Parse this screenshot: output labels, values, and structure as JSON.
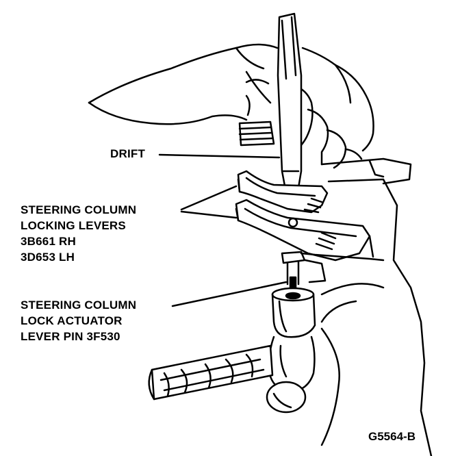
{
  "labels": {
    "drift": "DRIFT",
    "levers": [
      "STEERING COLUMN",
      "LOCKING LEVERS",
      "3B661 RH",
      "3D653 LH"
    ],
    "actuator": [
      "STEERING COLUMN",
      "LOCK ACTUATOR",
      "LEVER PIN 3F530"
    ]
  },
  "figure_id": "G5564-B",
  "colors": {
    "ink": "#000000",
    "paper": "#ffffff"
  }
}
